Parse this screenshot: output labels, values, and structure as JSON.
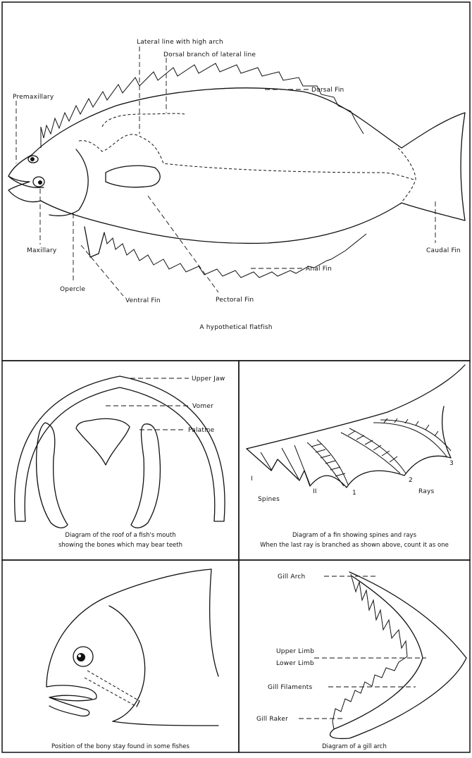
{
  "flatfish": {
    "caption": "A hypothetical flatfish",
    "labels": {
      "lateral_line_high_arch": "Lateral line with high arch",
      "dorsal_branch": "Dorsal branch of lateral line",
      "dorsal_fin": "Dorsal Fin",
      "premaxillary": "Premaxillary",
      "maxillary": "Maxillary",
      "caudal_fin": "Caudal Fin",
      "anal_fin": "Anal Fin",
      "opercle": "Opercle",
      "ventral_fin": "Ventral Fin",
      "pectoral_fin": "Pectoral Fin"
    }
  },
  "mouth_roof": {
    "caption_line1": "Diagram of the roof of a fish's mouth",
    "caption_line2": "showing the bones which may bear teeth",
    "labels": {
      "upper_jaw": "Upper Jaw",
      "vomer": "Vomer",
      "palatine": "Palatine"
    }
  },
  "fin": {
    "caption_line1": "Diagram of a fin showing spines and rays",
    "caption_line2": "When the last ray is branched as shown above, count it as one",
    "labels": {
      "spines": "Spines",
      "rays": "Rays",
      "spine_1": "I",
      "spine_2": "II",
      "ray_1": "1",
      "ray_2": "2",
      "ray_3": "3"
    }
  },
  "bony_stay": {
    "caption": "Position of the bony stay found in some fishes"
  },
  "gill_arch": {
    "caption": "Diagram of a gill arch",
    "labels": {
      "gill_arch": "Gill Arch",
      "upper_limb": "Upper Limb",
      "lower_limb": "Lower Limb",
      "gill_filaments": "Gill Filaments",
      "gill_raker": "Gill Raker"
    }
  }
}
